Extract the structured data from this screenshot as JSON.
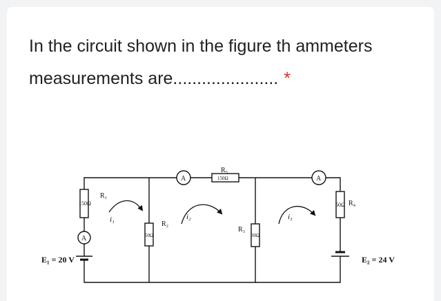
{
  "question": {
    "text": "In the circuit shown in the figure th ammeters measurements are......................",
    "required_mark": "*"
  },
  "circuit": {
    "labels": {
      "r1": "R₁",
      "r1_value": "150Ω",
      "r2": "R₂",
      "r2_value": "50Ω",
      "r3": "R₃",
      "r3_value": "30Ω",
      "r4": "R₄",
      "r4_value": "50Ω",
      "r5": "R₅",
      "r5_value": "150Ω",
      "i1": "i₁",
      "i2": "i₂",
      "i3": "i₃",
      "ammeter": "A",
      "e1": "E₁ = 20 V",
      "e2": "E₂ = 24 V"
    }
  }
}
